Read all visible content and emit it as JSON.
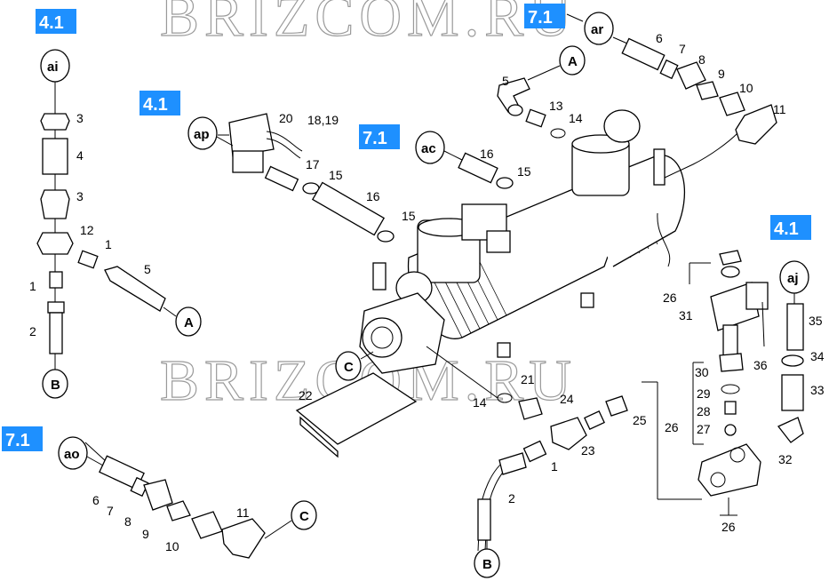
{
  "watermarks": [
    "BRIZCOM.RU",
    "BRIZCOM.RU"
  ],
  "section_tags": [
    "4.1",
    "7.1",
    "4.1",
    "7.1",
    "4.1",
    "7.1"
  ],
  "circle_refs": [
    "ai",
    "ar",
    "ap",
    "ac",
    "aj",
    "ao",
    "A",
    "A",
    "B",
    "B",
    "C",
    "C"
  ],
  "part_labels": {
    "left_column": [
      "3",
      "4",
      "3",
      "12",
      "1",
      "1",
      "5",
      "2"
    ],
    "solenoid_group": [
      "20",
      "18,19",
      "17",
      "15",
      "16",
      "15"
    ],
    "suction_group": [
      "16",
      "15",
      "5",
      "13",
      "14"
    ],
    "top_right_group": [
      "6",
      "7",
      "8",
      "9",
      "10",
      "11"
    ],
    "bottom_left_group": [
      "6",
      "7",
      "8",
      "9",
      "10",
      "11"
    ],
    "center_group": [
      "22",
      "14",
      "21",
      "24",
      "25",
      "23",
      "1",
      "2"
    ],
    "right_group": [
      "26",
      "31",
      "35",
      "30",
      "36",
      "34",
      "33",
      "29",
      "28",
      "27",
      "26",
      "32",
      "26"
    ]
  }
}
